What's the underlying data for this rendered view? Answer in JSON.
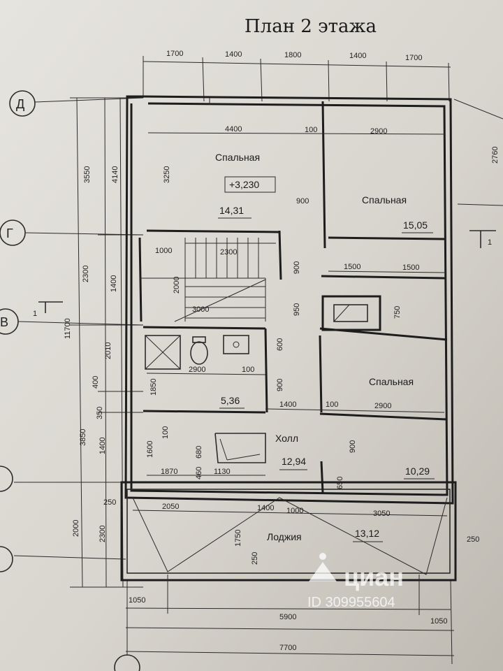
{
  "title": "План 2 этажа",
  "rooms": {
    "bedroom1": {
      "name": "Спальная",
      "area": "14,31",
      "level": "+3,230"
    },
    "bedroom2": {
      "name": "Спальная",
      "area": "15,05"
    },
    "bedroom3": {
      "name": "Спальная",
      "area": "10,29"
    },
    "bathroom": {
      "area": "5,36"
    },
    "hall": {
      "name": "Холл",
      "area": "12,94"
    },
    "loggia": {
      "name": "Лоджия",
      "area": "13,12"
    }
  },
  "axes": {
    "d": "Д",
    "g": "Г",
    "v": "В",
    "one": "1"
  },
  "dims": {
    "top": [
      "1700",
      "1400",
      "1800",
      "1400",
      "1700"
    ],
    "left_outer": [
      "3550",
      "4140",
      "2300",
      "11700",
      "3850",
      "2000",
      "2300"
    ],
    "left_inner": [
      "3250",
      "1400",
      "2010",
      "400",
      "350",
      "1400",
      "1600",
      "1850",
      "2000"
    ],
    "right": [
      "2760",
      "250"
    ],
    "inner": [
      "4400",
      "100",
      "2900",
      "900",
      "1000",
      "2300",
      "1500",
      "1500",
      "950",
      "900",
      "750",
      "3000",
      "600",
      "2900",
      "100",
      "900",
      "1400",
      "100",
      "2900",
      "100",
      "680",
      "460",
      "1130",
      "1870",
      "900",
      "650",
      "250",
      "2050",
      "1400",
      "1000",
      "3050",
      "1750",
      "250"
    ],
    "bottom": [
      "1050",
      "5900",
      "1050",
      "7700"
    ]
  },
  "watermark": {
    "brand": "циан",
    "id": "ID 309955604"
  },
  "colors": {
    "paper": "#d9d6cf",
    "ink": "#1d1d1d"
  }
}
